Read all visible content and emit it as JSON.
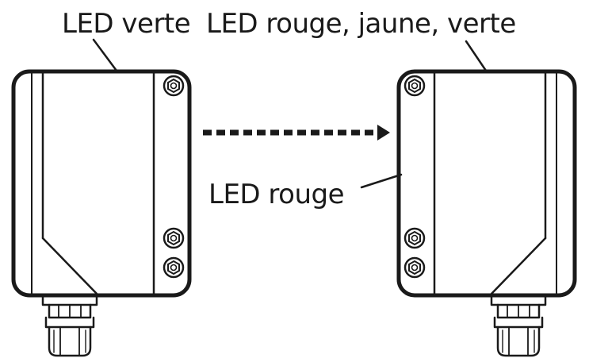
{
  "labels": {
    "emitter_led": "LED verte",
    "receiver_leds": "LED rouge, jaune, verte",
    "receiver_bottom_led": "LED rouge"
  },
  "colors": {
    "ink": "#1a1a1a",
    "background": "#ffffff"
  }
}
